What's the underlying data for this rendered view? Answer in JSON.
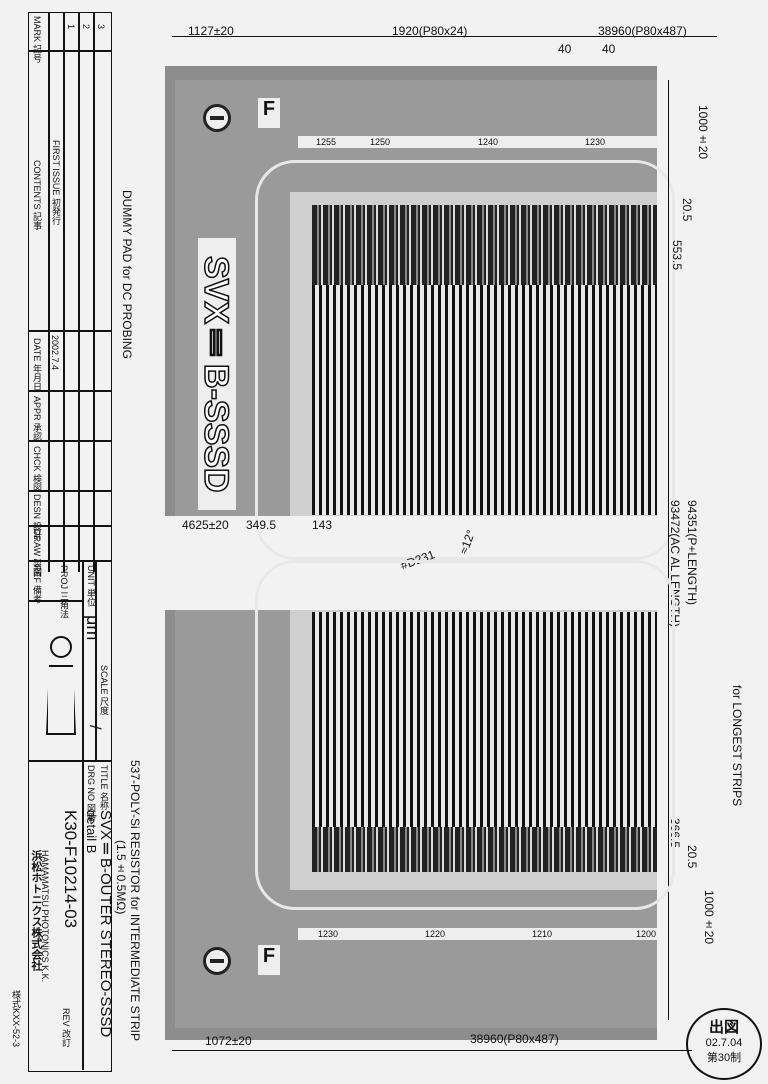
{
  "title_block": {
    "headers": {
      "mark": "MARK 記号",
      "contents": "CONTENTS 記事",
      "date": "DATE 年月日",
      "appr": "APPR 承認",
      "chck": "CHCK 検図",
      "desn": "DESN 設計",
      "draw": "DRAW 製図"
    },
    "rev_marks": [
      "1",
      "2",
      "3"
    ],
    "first_issue": "FIRST ISSUE 初発行",
    "date_value": "2002.7.4",
    "unit_label": "UNIT 単位",
    "unit_value": "μm",
    "proj_label": "PROJ 三角法",
    "ref_label": "REF 備考",
    "scale_label": "SCALE 尺度",
    "scale_value": "/",
    "title_label": "TITLE 名称",
    "title_value": "SVXⅡB-OUTER STEREO-SSSD",
    "title_sub": "detail B",
    "drg_label": "DRG NO 図番",
    "drg_value": "K30-F10214-03",
    "rev_label": "REV 改訂",
    "company_en": "HAMAMATSU PHOTONICS K.K.",
    "company_jp": "浜松ホトニクス株式会社",
    "form_no": "様式KXX-52-3"
  },
  "dimensions": {
    "top_left": "1127±20",
    "top_mid": "1920(P80x24)",
    "top_right": "38960(P80x487)",
    "pitch_a": "40",
    "pitch_b": "40",
    "right_top": "1000±20",
    "gap_top": "20.5",
    "pad_top": "553.5",
    "p_length": "94351(P+LENGTH)",
    "al_length": "93472(AC AL LENGTH)",
    "longest": "for LONGEST STRIPS",
    "pad_bottom": "366.5",
    "gap_bottom": "20.5",
    "right_bottom": "1000±20",
    "bottom_left": "1072±20",
    "bottom_right": "38960(P80x487)",
    "edge": "4625±20",
    "guard": "349.5",
    "offset": "143",
    "angle": "≈12°",
    "strip_id": "#D231"
  },
  "labels": {
    "dummy_pad": "DUMMY PAD for DC PROBING",
    "chip_name": "SVXⅡB-SSSD",
    "resistor": "537-POLY-Si RESISTOR for INTERMEDIATE STRIP",
    "resistor_value": "(1.5±0.5MΩ)",
    "fiducial": "F"
  },
  "strip_numbers_top": [
    "1255",
    "1250",
    "1240",
    "1230"
  ],
  "strip_numbers_bottom": [
    "1230",
    "1220",
    "1210",
    "1200"
  ],
  "stamp": {
    "title": "出図",
    "date": "02.7.04",
    "dept": "第30制"
  }
}
